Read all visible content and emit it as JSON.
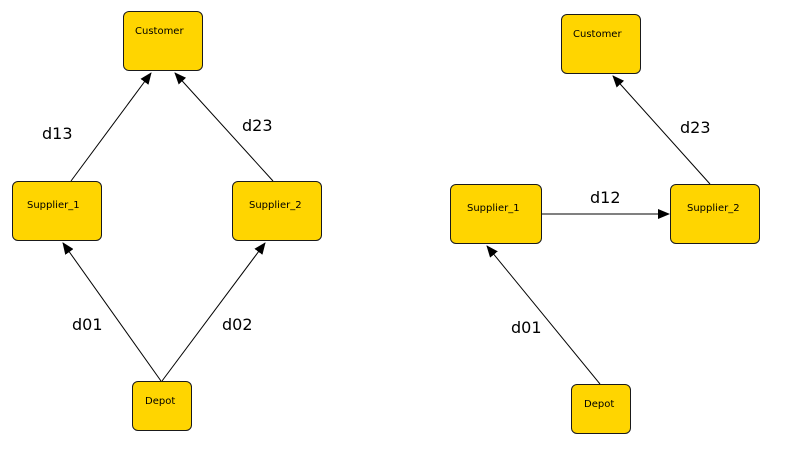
{
  "colors": {
    "node_fill": "#FFD500",
    "node_border": "#1a1a1a",
    "edge_stroke": "#000000",
    "background": "#ffffff"
  },
  "left_diagram": {
    "nodes": {
      "customer": "Customer",
      "supplier_1": "Supplier_1",
      "supplier_2": "Supplier_2",
      "depot": "Depot"
    },
    "edges": [
      {
        "from": "Depot",
        "to": "Supplier_1",
        "label": "d01"
      },
      {
        "from": "Depot",
        "to": "Supplier_2",
        "label": "d02"
      },
      {
        "from": "Supplier_1",
        "to": "Customer",
        "label": "d13"
      },
      {
        "from": "Supplier_2",
        "to": "Customer",
        "label": "d23"
      }
    ]
  },
  "right_diagram": {
    "nodes": {
      "customer": "Customer",
      "supplier_1": "Supplier_1",
      "supplier_2": "Supplier_2",
      "depot": "Depot"
    },
    "edges": [
      {
        "from": "Depot",
        "to": "Supplier_1",
        "label": "d01"
      },
      {
        "from": "Supplier_1",
        "to": "Supplier_2",
        "label": "d12"
      },
      {
        "from": "Supplier_2",
        "to": "Customer",
        "label": "d23"
      }
    ]
  }
}
